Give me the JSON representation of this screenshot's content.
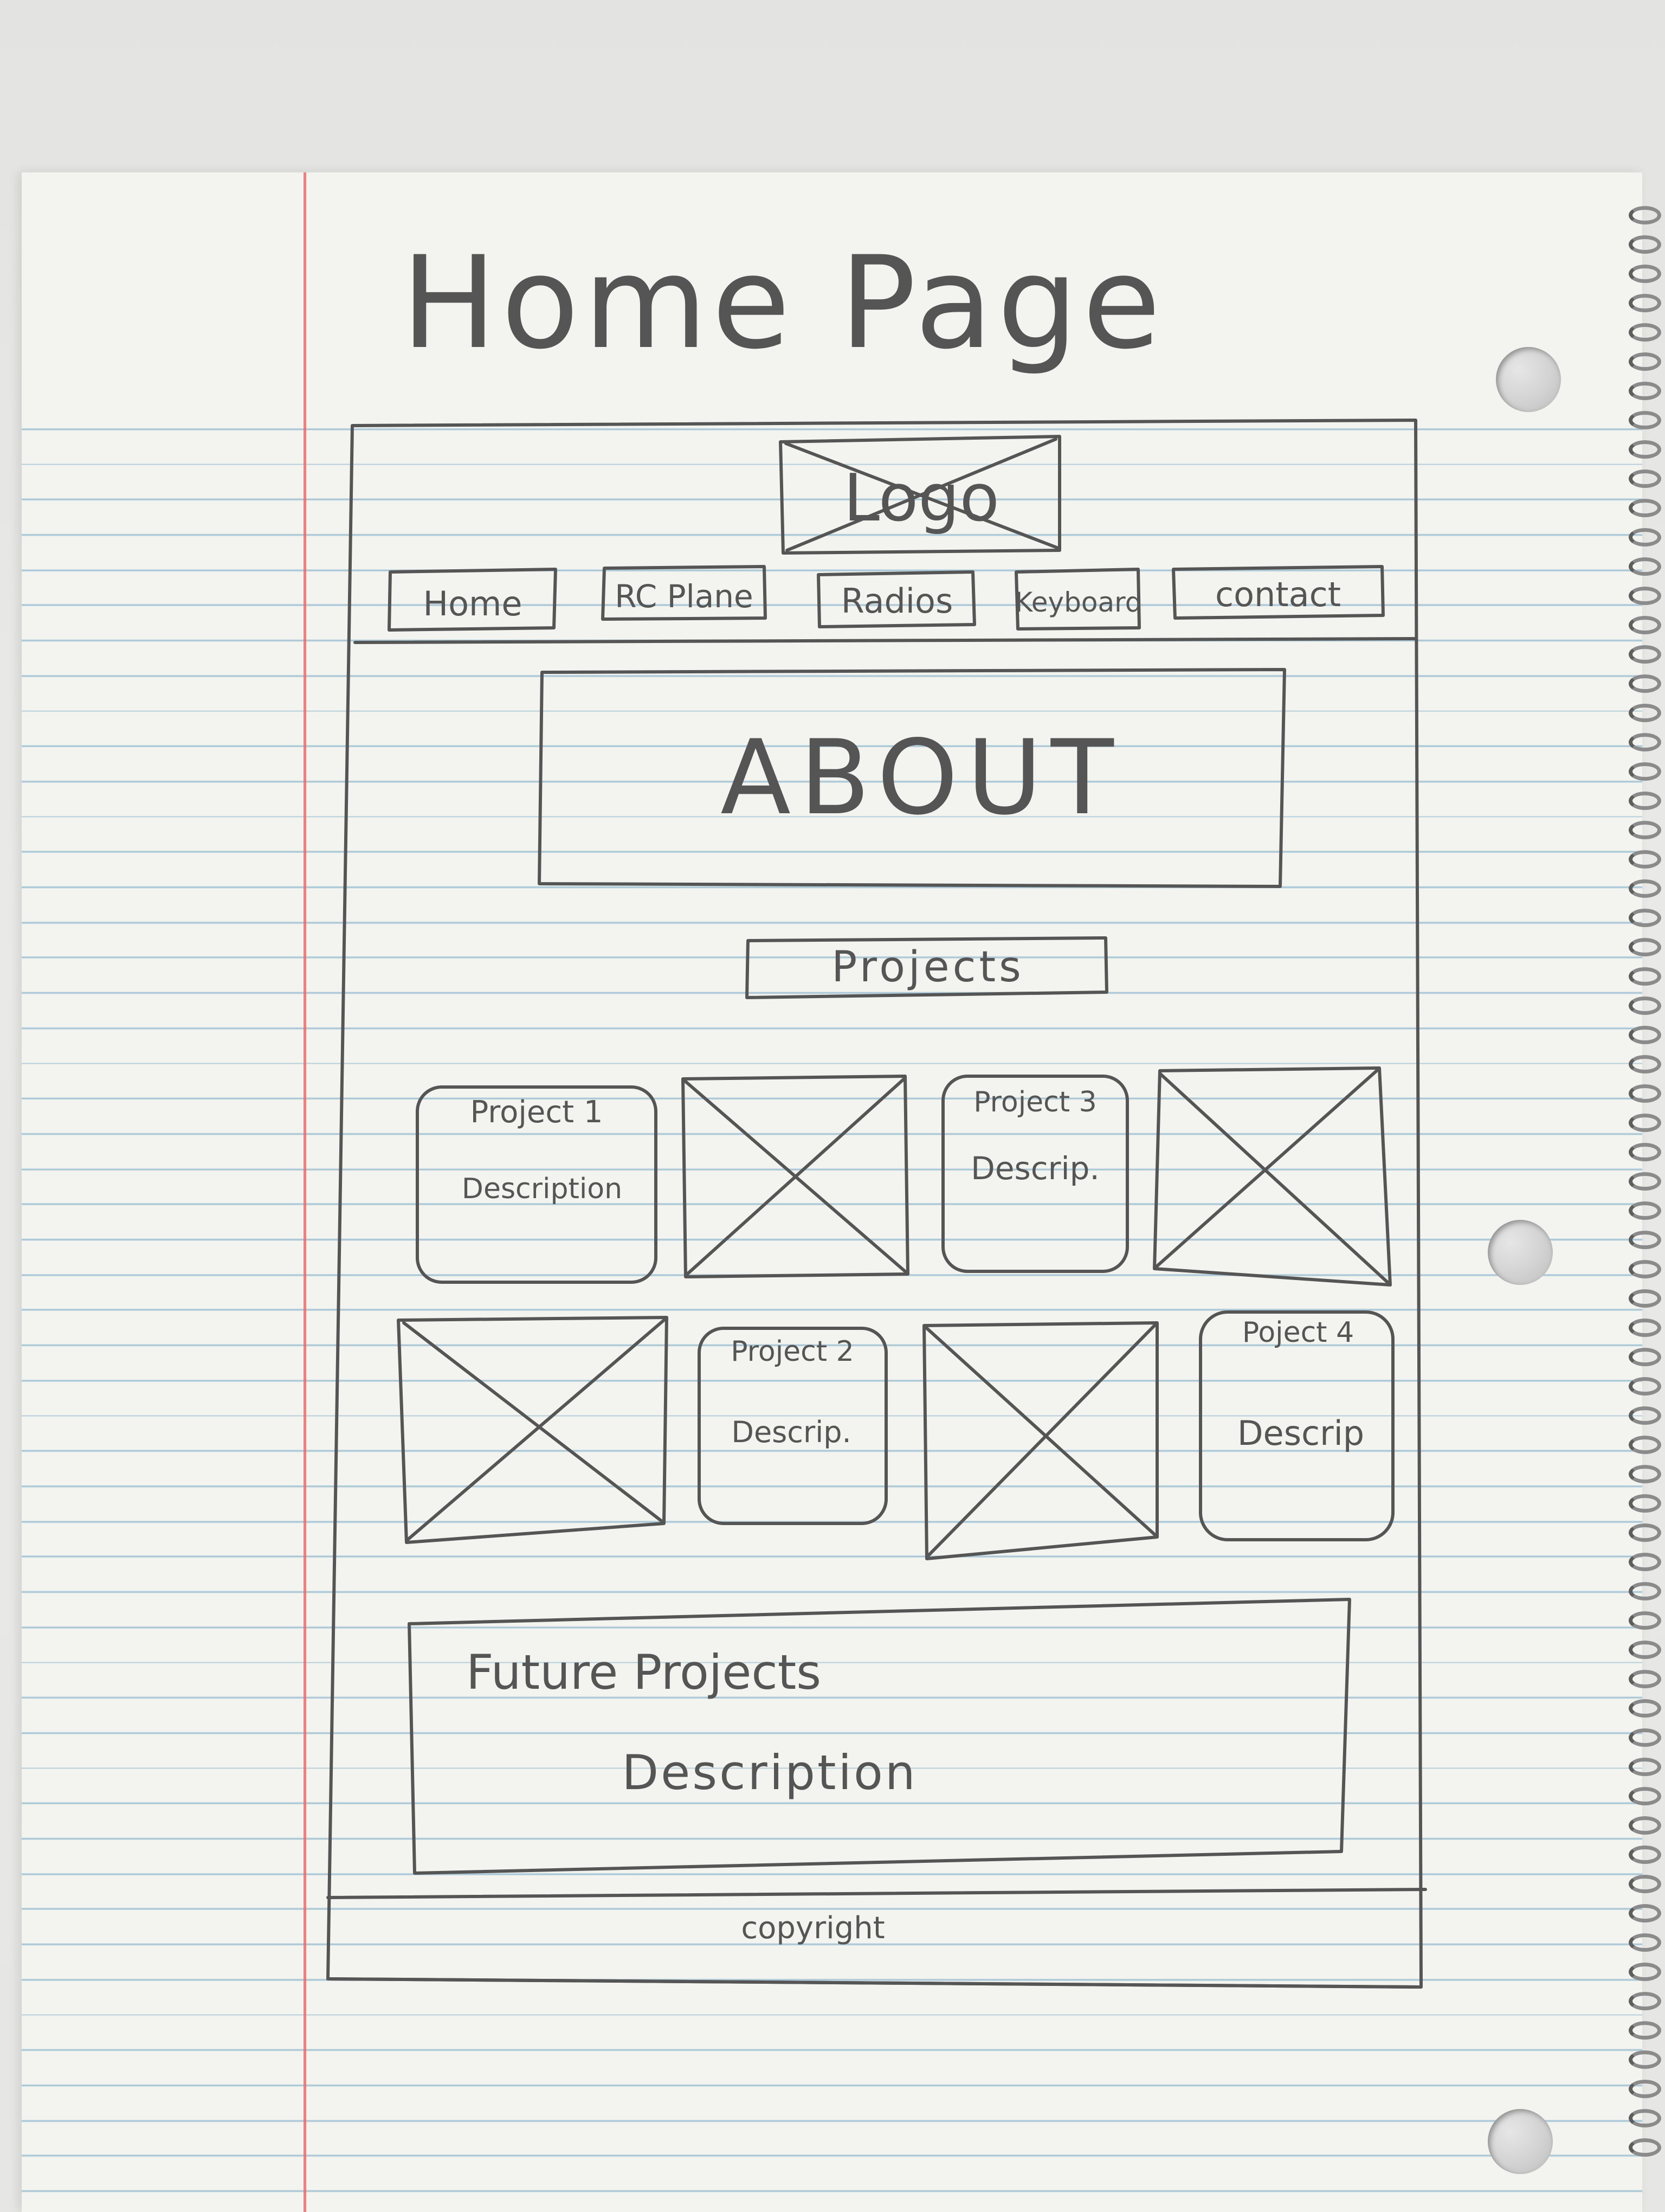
{
  "sheet": {
    "heading": "Home Page"
  },
  "header": {
    "logo_label": "Logo",
    "nav": [
      {
        "label": "Home"
      },
      {
        "label": "RC Plane"
      },
      {
        "label": "Radios"
      },
      {
        "label": "Keyboard"
      },
      {
        "label": "contact"
      }
    ]
  },
  "about": {
    "label": "ABOUT"
  },
  "projects": {
    "heading": "Projects",
    "cards": [
      {
        "title": "Project 1",
        "desc": "Description"
      },
      {
        "title": "Project 3",
        "desc": "Descrip."
      },
      {
        "title": "Project 2",
        "desc": "Descrip."
      },
      {
        "title": "Poject 4",
        "desc": "Descrip"
      }
    ]
  },
  "future": {
    "title": "Future Projects",
    "desc": "Description"
  },
  "footer": {
    "label": "copyright"
  },
  "colors": {
    "pencil": "#555555",
    "rule_line": "#a9c7d6",
    "margin_line": "#e07070",
    "paper": "#f3f3f0"
  }
}
